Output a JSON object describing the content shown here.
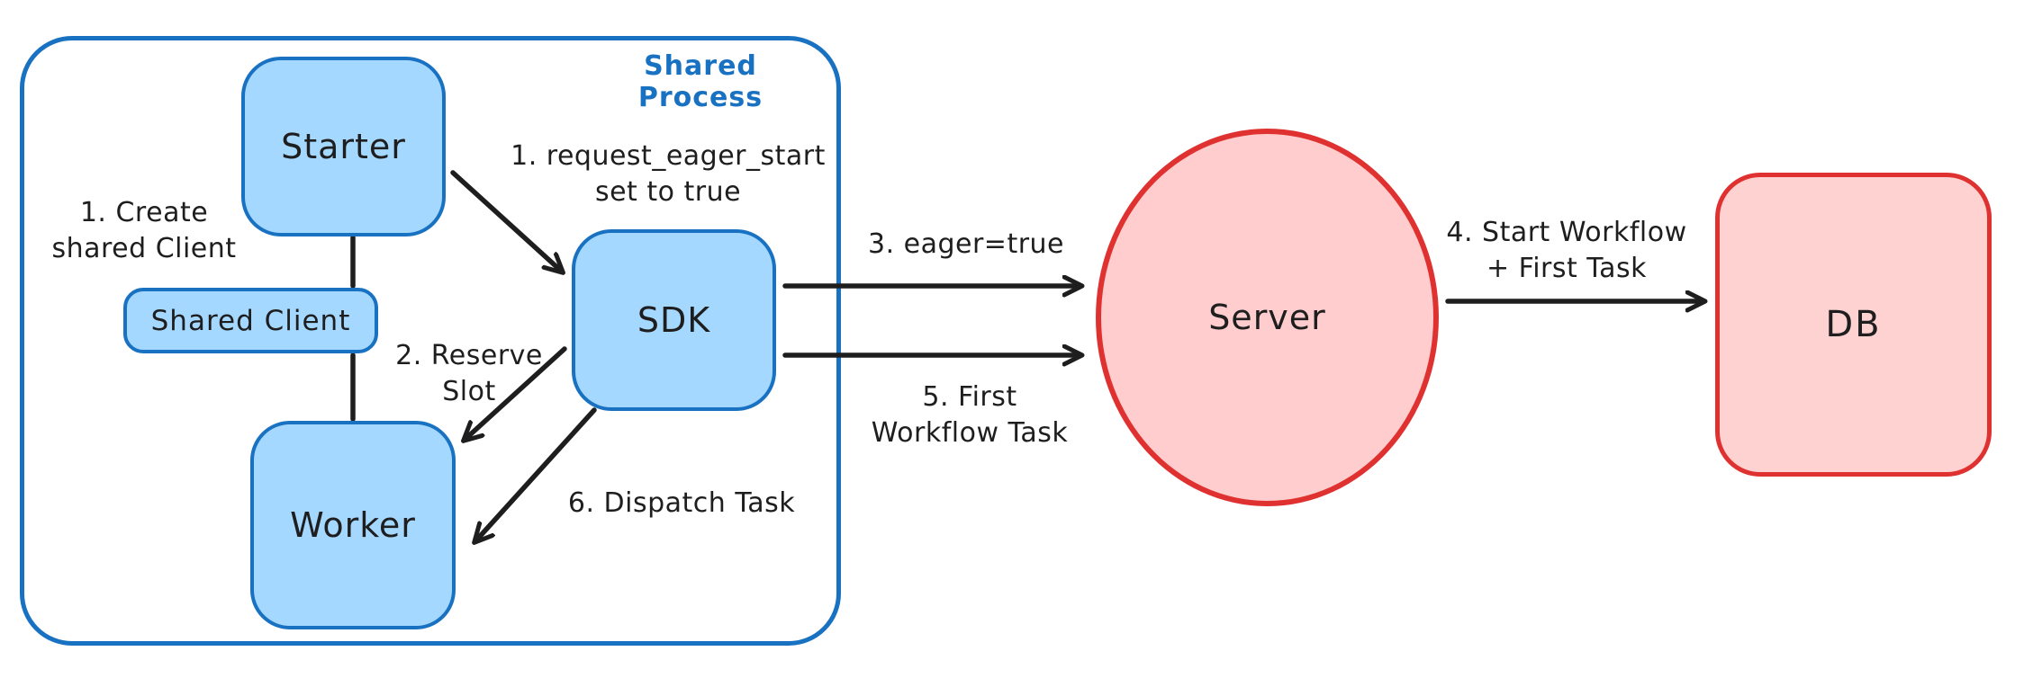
{
  "diagram": {
    "container": {
      "label": "Shared Process"
    },
    "nodes": {
      "starter": {
        "label": "Starter"
      },
      "shared_client": {
        "label": "Shared Client"
      },
      "worker": {
        "label": "Worker"
      },
      "sdk": {
        "label": "SDK"
      },
      "server": {
        "label": "Server"
      },
      "db": {
        "label": "DB"
      }
    },
    "annotations": {
      "create_shared_client": {
        "line1": "1. Create",
        "line2": "shared Client"
      },
      "request_eager_start": {
        "line1": "1. request_eager_start",
        "line2": "set to true"
      },
      "reserve_slot": {
        "line1": "2. Reserve",
        "line2": "Slot"
      },
      "eager_true": {
        "text": "3. eager=true"
      },
      "start_workflow": {
        "line1": "4. Start Workflow",
        "line2": "+ First Task"
      },
      "first_workflow_task": {
        "line1": "5. First",
        "line2": "Workflow Task"
      },
      "dispatch_task": {
        "text": "6. Dispatch Task"
      }
    },
    "colors": {
      "blue_stroke": "#1971c2",
      "blue_fill": "#a5d8ff",
      "red_stroke": "#e03131",
      "red_fill": "#ffcdcd",
      "arrow": "#1e1e1e",
      "text": "#1e1e1e",
      "background": "#ffffff"
    }
  }
}
